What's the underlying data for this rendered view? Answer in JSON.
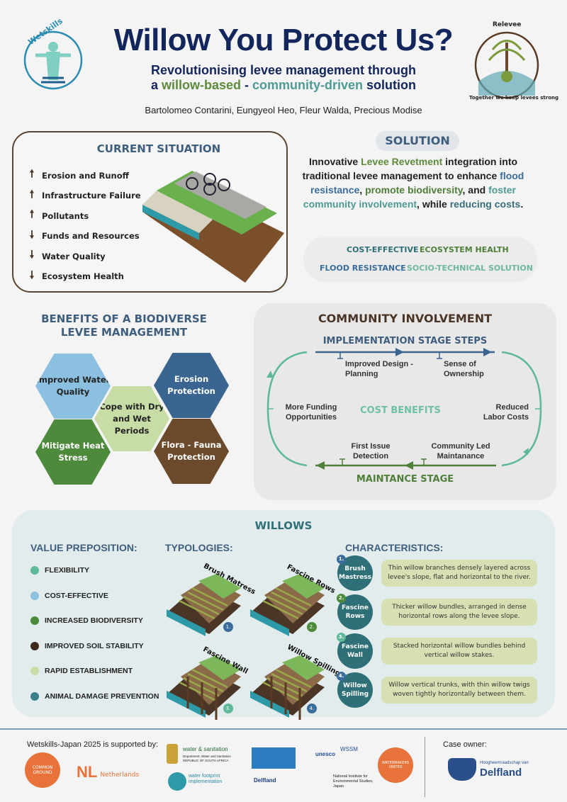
{
  "header": {
    "title": "Willow You Protect Us?",
    "subtitle_line1": "Revolutionising levee management through",
    "subtitle_a": "a ",
    "subtitle_willow": "willow-based",
    "subtitle_dash": " - ",
    "subtitle_community": "community-driven",
    "subtitle_end": " solution",
    "authors": "Bartolomeo Contarini, Eungyeol Heo, Fleur Walda, Precious Modise",
    "logo_left": "Wetskills",
    "logo_right_top": "Relevee",
    "logo_right_motto": "Together we keep levees strong"
  },
  "current_situation": {
    "title": "CURRENT SITUATION",
    "items": [
      {
        "dir": "up",
        "label": "Erosion and Runoff"
      },
      {
        "dir": "up",
        "label": "Infrastructure Failure"
      },
      {
        "dir": "up",
        "label": "Pollutants"
      },
      {
        "dir": "down",
        "label": "Funds and Resources"
      },
      {
        "dir": "down",
        "label": "Water Quality"
      },
      {
        "dir": "down",
        "label": "Ecosystem Health"
      }
    ],
    "arrow_up": "🠕",
    "arrow_down": "🠗"
  },
  "solution": {
    "title": "SOLUTION",
    "t1": "Innovative ",
    "t2": "Levee Revetment",
    "t3": " integration into traditional levee management to enhance ",
    "t4": "flood resistance",
    "t5": ", ",
    "t6": "promote biodiversity",
    "t7": ", and ",
    "t8": "foster community involvement",
    "t9": ", while ",
    "t10": "reducing costs",
    "t11": ".",
    "tags": [
      "COST-EFFECTIVE",
      "ECOSYSTEM HEALTH",
      "FLOOD RESISTANCE",
      "SOCIO-TECHNICAL SOLUTION"
    ]
  },
  "benefits": {
    "title_line1": "BENEFITS OF A BIODIVERSE",
    "title_line2": "LEVEE MANAGEMENT",
    "hexes": [
      "Improved Water Quality",
      "Erosion Protection",
      "Cope with Dry and Wet Periods",
      "Mitigate Heat Stress",
      "Flora - Fauna Protection"
    ]
  },
  "community": {
    "title": "COMMUNITY INVOLVEMENT",
    "implementation": "IMPLEMENTATION STAGE STEPS",
    "maintenance": "MAINTANCE STAGE",
    "center": "COST BENEFITS",
    "steps": [
      "Improved Design - Planning",
      "Sense of Ownership",
      "Reduced Labor Costs",
      "Community Led Maintanance",
      "First Issue Detection",
      "More Funding Opportunities"
    ]
  },
  "willows": {
    "title": "WILLOWS",
    "value_title": "VALUE PREPOSITION:",
    "values": [
      {
        "label": "FLEXIBILITY",
        "color": "#5fb89a"
      },
      {
        "label": "COST-EFFECTIVE",
        "color": "#8cc0e0"
      },
      {
        "label": "INCREASED BIODIVERSITY",
        "color": "#4d8a3c"
      },
      {
        "label": "IMPROVED SOIL STABILITY",
        "color": "#3e2a1c"
      },
      {
        "label": "RAPID ESTABLISHMENT",
        "color": "#c8dca6"
      },
      {
        "label": "ANIMAL DAMAGE PREVENTION",
        "color": "#3a7f8a"
      }
    ],
    "typ_title": "TYPOLOGIES:",
    "typologies": [
      {
        "name": "Brush Matress",
        "num": "1.",
        "color": "#3a6d9c"
      },
      {
        "name": "Fascine Rows",
        "num": "2.",
        "color": "#4d8a3c"
      },
      {
        "name": "Fascine Wall",
        "num": "3.",
        "color": "#5fb89a"
      },
      {
        "name": "Willow Spilling",
        "num": "4.",
        "color": "#3a6d9c"
      }
    ],
    "char_title": "CHARACTERISTICS:",
    "characteristics": [
      {
        "num": "1.",
        "name": "Brush Mastress",
        "desc": "Thin willow branches densely layered across levee's slope, flat and horizontal to the river."
      },
      {
        "num": "2.",
        "name": "Fascine Rows",
        "desc": "Thicker willow bundles, arranged in dense horizontal rows along the levee slope."
      },
      {
        "num": "3.",
        "name": "Fascine Wall",
        "desc": "Stacked horizontal willow bundles behind vertical willow stakes."
      },
      {
        "num": "4.",
        "name": "Willow Spilling",
        "desc": "Willow vertical trunks, with thin willow twigs woven tightly horizontally between them."
      }
    ]
  },
  "footer": {
    "supported": "Wetskills-Japan 2025 is supported by:",
    "case_owner": "Case owner:",
    "sponsors": [
      "COMMON GROUND",
      "Netherlands",
      "water & sanitation",
      "Department: Water and Sanitation REPUBLIC OF SOUTH AFRICA",
      "water footprint implementation",
      "unesco",
      "WSSM",
      "Delfland",
      "National Institute for Environmental Studies, Japan",
      "WATERMAKERS UNITED"
    ],
    "nl": "NL",
    "owner_line1": "Hoogheemraadschap van",
    "owner_line2": "Delfland"
  }
}
